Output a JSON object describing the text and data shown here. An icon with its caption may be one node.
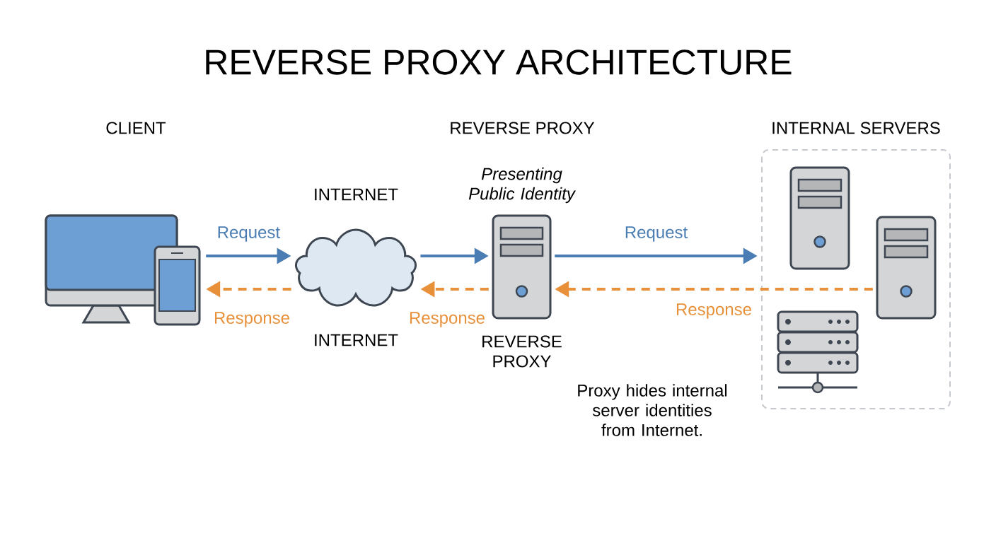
{
  "diagram": {
    "title": "REVERSE PROXY ARCHITECTURE",
    "nodes": [
      {
        "text": [],
        "shape": "computer"
      },
      {
        "text": [
          "INTERNET"
        ],
        "beside": [
          "INTERNET"
        ]
      },
      {
        "text": [
          "Presenting Public Identity"
        ],
        "beside": [
          "REVERSE PROXY"
        ]
      },
      {
        "text": [
          "INTERNAL SERVERS"
        ]
      },
      {
        "text": [],
        "shape": "server",
        "in": 3
      },
      {
        "text": [],
        "shape": "server",
        "in": 3
      },
      {
        "text": [],
        "shape": "rack",
        "in": 3
      }
    ],
    "edges": [
      {
        "from": 0,
        "to": 1,
        "arrow": "to",
        "label": "Request",
        "color": "#4a7db3"
      },
      {
        "from": 1,
        "to": 0,
        "arrow": "to",
        "label": "Response",
        "style": "dashed",
        "color": "#e8903a"
      },
      {
        "from": 1,
        "to": 2,
        "arrow": "to",
        "color": "#4a7db3"
      },
      {
        "from": 2,
        "to": 1,
        "arrow": "to",
        "label": "Response",
        "style": "dashed",
        "color": "#e8903a"
      },
      {
        "from": 2,
        "to": 3,
        "arrow": "to",
        "label": "Request",
        "color": "#4a7db3"
      },
      {
        "from": 5,
        "to": 2,
        "arrow": "to",
        "label": "Response",
        "style": "dashed",
        "color": "#e8903a"
      }
    ],
    "labels": [
      "CLIENT",
      "REVERSE PROXY",
      "Proxy hides internal server identities from Internet."
    ]
  }
}
